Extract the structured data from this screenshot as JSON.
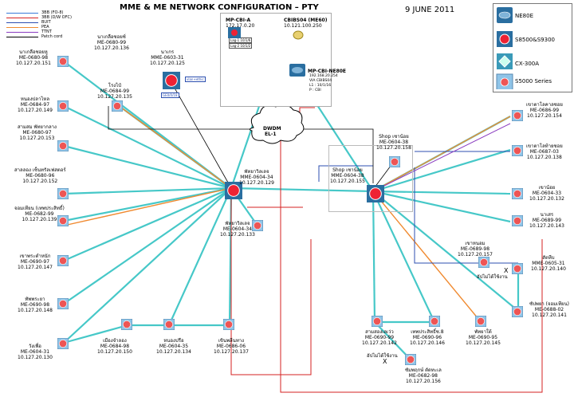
{
  "title": "MME & ME NETWORK CONFIGURATION – PTY",
  "date": "9 JUNE 2011",
  "key": [
    {
      "label": "3BB (FO-8)",
      "color": "#3a7ad8"
    },
    {
      "label": "3BB (D/W OFC)",
      "color": "#d62020"
    },
    {
      "label": "BUIT",
      "color": "#2c4fb0"
    },
    {
      "label": "PEA",
      "color": "#f08a30"
    },
    {
      "label": "TTNT",
      "color": "#8a3cc0"
    },
    {
      "label": "Patch cord",
      "color": "#000000"
    }
  ],
  "legend": [
    {
      "label": "NE80E",
      "icon": "router-icon"
    },
    {
      "label": "S8500&S9300",
      "icon": "core-switch-icon"
    },
    {
      "label": "CX-300A",
      "icon": "cx-switch-icon"
    },
    {
      "label": "S5000 Series",
      "icon": "access-switch-icon"
    }
  ],
  "mp_box": {
    "mp_label": "MP-CBI-A",
    "mp_ip": "172.17.0.20",
    "lag1": "Lag-1 10/1/6",
    "lag2": "Lag-2 10/1/2",
    "cbi_label": "CBIBS04 (ME60)",
    "cbi_ip": "10.121.100.250",
    "ne80e_label": "MP-CBI-NE80E",
    "ne80e_lines": [
      "192.168.20.254",
      "VIA CBIBS04",
      "L1 : 10/1/16",
      "P : CBI"
    ]
  },
  "cloud": {
    "label1": "DWDM",
    "label2": "EL-1"
  },
  "sites": [
    {
      "id": "s1",
      "name": "นาเกลือซอยหู",
      "model": "ME-0680-98",
      "ip": "10.127.20.151"
    },
    {
      "id": "s2",
      "name": "นาเกลือซอยซ์",
      "model": "ME-0680-99",
      "ip": "10.127.20.136"
    },
    {
      "id": "s3",
      "name": "นาเกร",
      "model": "MME-0603-31",
      "ip": "10.127.20.125"
    },
    {
      "id": "s4",
      "name": "หนองปลาไหล",
      "model": "ME-0684-97",
      "ip": "10.127.20.149"
    },
    {
      "id": "s5",
      "name": "โรงไป๋",
      "model": "ME-0684-99",
      "ip": "10.127.20.135"
    },
    {
      "id": "s6",
      "name": "สามสม พัทยากลาง",
      "model": "ME-0680-97",
      "ip": "10.127.20.153"
    },
    {
      "id": "s7",
      "name": "สาลลอง เซ็นทรัลเฟสตอร์",
      "model": "ME-0680-96",
      "ip": "10.127.20.152"
    },
    {
      "id": "s8",
      "name": "จอมเทียน (เทพประสิทธิ์)",
      "model": "ME-0682-99",
      "ip": "10.127.20.139"
    },
    {
      "id": "s9",
      "name": "เขาพระตำหนัก",
      "model": "ME-0690-97",
      "ip": "10.127.20.147"
    },
    {
      "id": "s10",
      "name": "ทัพพระยา",
      "model": "ME-0690-98",
      "ip": "10.127.20.148"
    },
    {
      "id": "s11",
      "name": "วังเพื่อ",
      "model": "ME-0604-31",
      "ip": "10.127.20.130"
    },
    {
      "id": "s12",
      "name": "เมืองจำลอง",
      "model": "ME-0684-98",
      "ip": "10.127.20.150"
    },
    {
      "id": "s13",
      "name": "หนองปรือ",
      "model": "ME-0604-35",
      "ip": "10.127.20.134"
    },
    {
      "id": "s14",
      "name": "เขินพลีนทาง",
      "model": "ME-0686-06",
      "ip": "10.127.20.137"
    },
    {
      "id": "s15",
      "name": "พัทยาวิลเลจ",
      "model": "MME-0604-34",
      "ip": "10.127.20.129"
    },
    {
      "id": "s16",
      "name": "พัทยาวิลเลจ",
      "model": "ME-0604-34",
      "ip": "10.127.20.133"
    },
    {
      "id": "s17",
      "name": "Shop เซาน้อย",
      "model": "ME-0604-38",
      "ip": "10.127.20.158"
    },
    {
      "id": "s18",
      "name": "Shop เซาน้อย",
      "model": "MME-0604-38",
      "ip": "10.127.20.155"
    },
    {
      "id": "s19",
      "name": "เขาตาโลคาลซอย",
      "model": "ME-0686-99",
      "ip": "10.127.20.154"
    },
    {
      "id": "s20",
      "name": "เขาตาโลท้ายซอย",
      "model": "ME-0687-03",
      "ip": "10.127.20.138"
    },
    {
      "id": "s21",
      "name": "เขาน้อย",
      "model": "ME-0604-33",
      "ip": "10.127.20.132"
    },
    {
      "id": "s22",
      "name": "นาเสร",
      "model": "ME-0689-99",
      "ip": "10.127.20.143"
    },
    {
      "id": "s23",
      "name": "เขาหนอม",
      "model": "ME-0689-98",
      "ip": "10.127.20.157"
    },
    {
      "id": "s24",
      "name": "สัตหีบ",
      "model": "MME-0605-31",
      "ip": "10.127.20.140"
    },
    {
      "id": "s25",
      "name": "ซัปพยา (จอมเทียน)",
      "model": "ME-0688-02",
      "ip": "10.127.20.141"
    },
    {
      "id": "s26",
      "name": "สามสองเลเว่ว",
      "model": "ME-0690-99",
      "ip": "10.127.20.142"
    },
    {
      "id": "s27",
      "name": "เทพประสิทธิ์ซ.8",
      "model": "ME-0690-96",
      "ip": "10.127.20.146"
    },
    {
      "id": "s28",
      "name": "พัทยาใต้",
      "model": "ME-0690-95",
      "ip": "10.127.20.145"
    },
    {
      "id": "s29",
      "name": "ซัมพฤกษ์ ตัดทะเล",
      "model": "ME-0682-98",
      "ip": "10.127.20.156"
    }
  ],
  "notes": {
    "n1": "อัปไม่ได้ใช้งาน",
    "n2": "อัปไม่ได้ใช้งาน",
    "x": "X",
    "ifvlan": "vlan+ethic",
    "ifport": "GE0/0/18"
  }
}
